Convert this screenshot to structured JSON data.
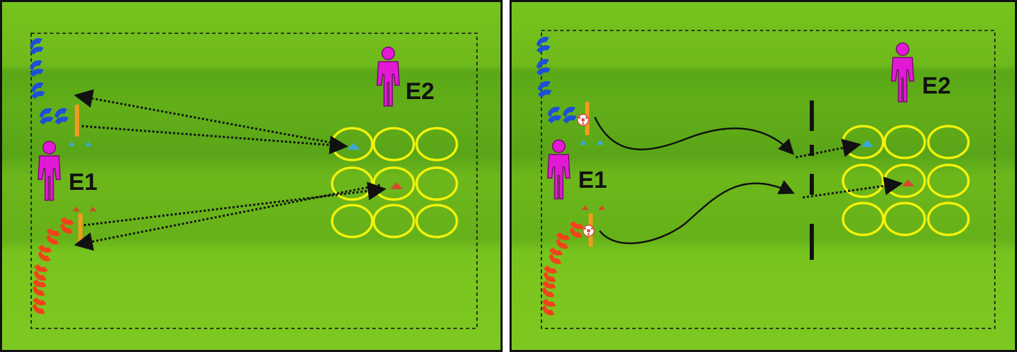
{
  "panels": {
    "left": {
      "coach_1_label": "E1",
      "coach_2_label": "E2"
    },
    "right": {
      "coach_1_label": "E1",
      "coach_2_label": "E2"
    }
  },
  "colors": {
    "pitch_light": "#77c41e",
    "pitch_dark": "#4d9a16",
    "coach": "#e21ad6",
    "team_blue": "#1d4fd8",
    "team_red": "#f2421a",
    "hoop": "#f2f20a",
    "pole": "#f39a1e",
    "cone_blue": "#3aa9d8",
    "cone_red": "#d8482a",
    "boundary": "#111111"
  },
  "icons": [
    "player-icon",
    "coach-icon",
    "cone-icon",
    "pole-icon",
    "hoop-icon",
    "ball-icon",
    "arrow-icon"
  ]
}
